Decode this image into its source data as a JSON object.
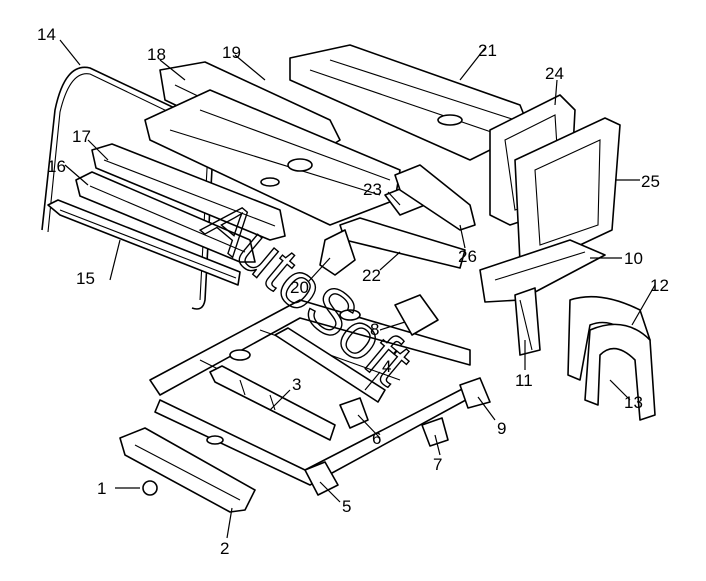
{
  "diagram": {
    "callouts": [
      "1",
      "2",
      "3",
      "4",
      "5",
      "6",
      "7",
      "8",
      "9",
      "10",
      "11",
      "12",
      "13",
      "14",
      "15",
      "16",
      "17",
      "18",
      "19",
      "20",
      "21",
      "22",
      "23",
      "24",
      "25",
      "26"
    ],
    "watermark": "AutoSoft"
  }
}
